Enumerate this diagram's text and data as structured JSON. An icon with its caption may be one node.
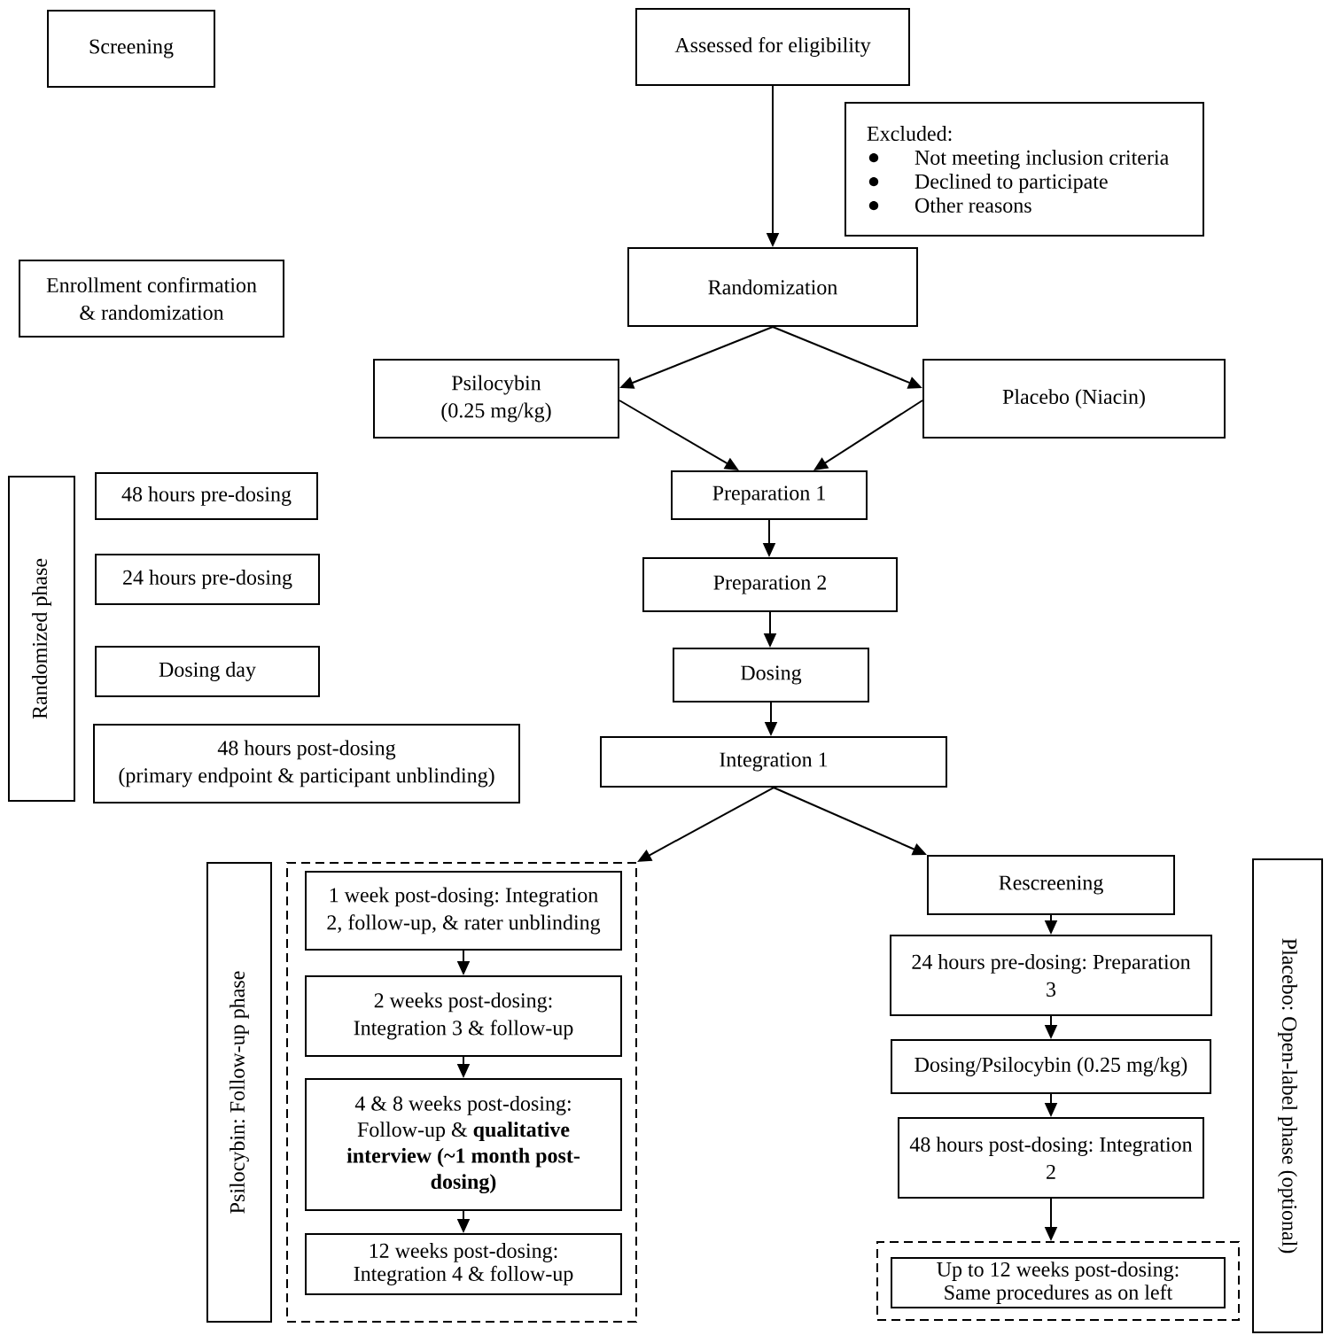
{
  "diagram": {
    "nodes": [
      {
        "text": [
          "Screening"
        ]
      },
      {
        "text": [
          "Assessed for eligibility"
        ]
      },
      {
        "text": [
          "Excluded:",
          "Not meeting inclusion criteria",
          "Declined to participate",
          "Other reasons"
        ]
      },
      {
        "text": [
          "Enrollment confirmation & randomization"
        ]
      },
      {
        "text": [
          "Randomization"
        ]
      },
      {
        "text": [
          "Psilocybin (0.25 mg/kg)"
        ]
      },
      {
        "text": [
          "Placebo (Niacin)"
        ]
      },
      {
        "text": [
          "Randomized phase"
        ]
      },
      {
        "text": [
          "48 hours pre-dosing"
        ]
      },
      {
        "text": [
          "Preparation 1"
        ]
      },
      {
        "text": [
          "24 hours pre-dosing"
        ]
      },
      {
        "text": [
          "Preparation 2"
        ]
      },
      {
        "text": [
          "Dosing day"
        ]
      },
      {
        "text": [
          "Dosing"
        ]
      },
      {
        "text": [
          "48 hours post-dosing",
          "(primary endpoint & participant unblinding)"
        ]
      },
      {
        "text": [
          "Integration 1"
        ]
      },
      {
        "text": [
          "Psilocybin: Follow-up phase"
        ]
      },
      {
        "text": [],
        "shape": "box"
      },
      {
        "text": [
          "1 week post-dosing: Integration 2, follow-up, & rater unblinding"
        ],
        "in": 17
      },
      {
        "text": [
          "2 weeks post-dosing: Integration 3 & follow-up"
        ],
        "in": 17
      },
      {
        "text": [
          "4 & 8 weeks post-dosing: Follow-up & **qualitative interview (~1 month post-dosing)**"
        ],
        "in": 17
      },
      {
        "text": [
          "12 weeks post-dosing: Integration 4 & follow-up"
        ],
        "in": 17
      },
      {
        "text": [
          "Rescreening"
        ]
      },
      {
        "text": [
          "24 hours pre-dosing: Preparation 3"
        ]
      },
      {
        "text": [
          "Dosing/Psilocybin (0.25 mg/kg)"
        ]
      },
      {
        "text": [
          "48 hours post-dosing: Integration 2"
        ]
      },
      {
        "text": [],
        "shape": "box"
      },
      {
        "text": [
          "Up to 12 weeks post-dosing: Same procedures as on left"
        ],
        "in": 26
      },
      {
        "text": [
          "Placebo: Open-label phase (optional)"
        ]
      }
    ],
    "edges": [
      {
        "from": 1,
        "to": 4,
        "arrow": "to"
      },
      {
        "from": 4,
        "to": 5,
        "arrow": "to"
      },
      {
        "from": 4,
        "to": 6,
        "arrow": "to"
      },
      {
        "from": 5,
        "to": 9,
        "arrow": "to"
      },
      {
        "from": 6,
        "to": 9,
        "arrow": "to"
      },
      {
        "from": 9,
        "to": 11,
        "arrow": "to"
      },
      {
        "from": 11,
        "to": 13,
        "arrow": "to"
      },
      {
        "from": 13,
        "to": 15,
        "arrow": "to"
      },
      {
        "from": 15,
        "to": 17,
        "arrow": "to"
      },
      {
        "from": 15,
        "to": 22,
        "arrow": "to"
      },
      {
        "from": 18,
        "to": 19,
        "arrow": "to"
      },
      {
        "from": 19,
        "to": 20,
        "arrow": "to"
      },
      {
        "from": 20,
        "to": 21,
        "arrow": "to"
      },
      {
        "from": 22,
        "to": 23,
        "arrow": "to"
      },
      {
        "from": 23,
        "to": 24,
        "arrow": "to"
      },
      {
        "from": 24,
        "to": 25,
        "arrow": "to"
      },
      {
        "from": 25,
        "to": 26,
        "arrow": "to"
      }
    ]
  }
}
